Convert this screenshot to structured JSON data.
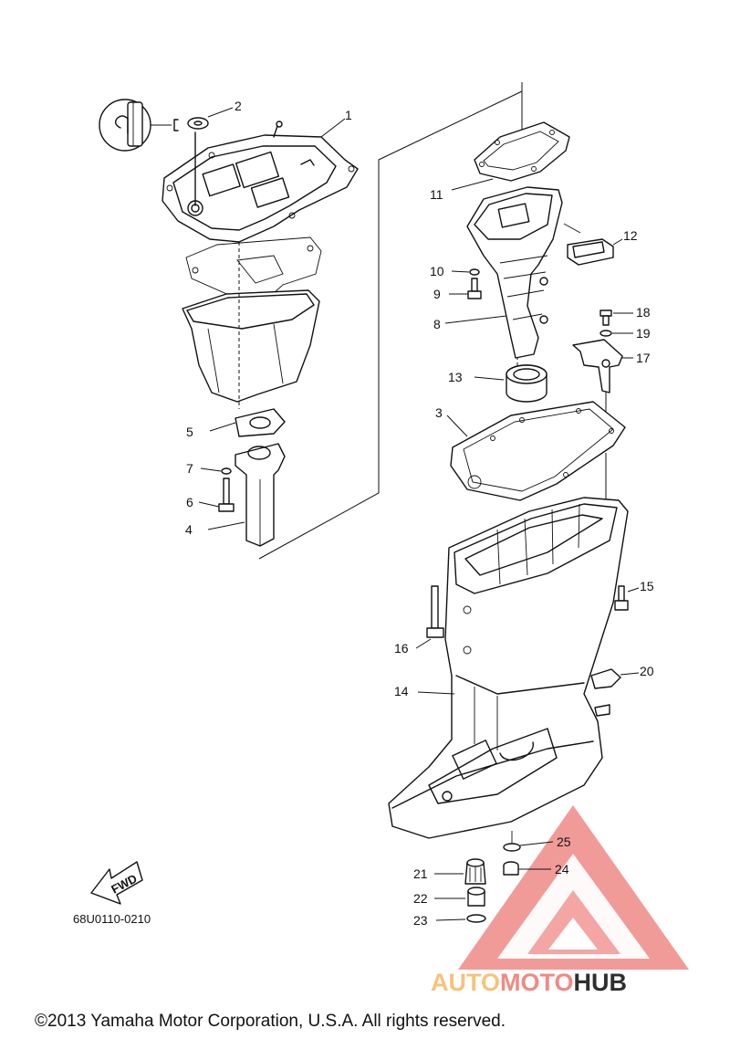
{
  "diagram_code": "68U0110-0210",
  "fwd_label": "FWD",
  "copyright": "©2013 Yamaha Motor Corporation, U.S.A. All rights reserved.",
  "watermark": {
    "part1": "AUTO",
    "part2": "MOTO",
    "part3": "HUB",
    "color1": "#f6c37a",
    "color2": "#f08a83",
    "color3": "#2f2f2f",
    "triangle_color": "#ef8a86"
  },
  "callouts": {
    "c1": "1",
    "c2": "2",
    "c3": "3",
    "c4": "4",
    "c5": "5",
    "c6": "6",
    "c7": "7",
    "c8": "8",
    "c9": "9",
    "c10": "10",
    "c11": "11",
    "c12": "12",
    "c13": "13",
    "c14": "14",
    "c15": "15",
    "c16": "16",
    "c17": "17",
    "c18": "18",
    "c19": "19",
    "c20": "20",
    "c21": "21",
    "c22": "22",
    "c23": "23",
    "c24": "24",
    "c25": "25"
  }
}
